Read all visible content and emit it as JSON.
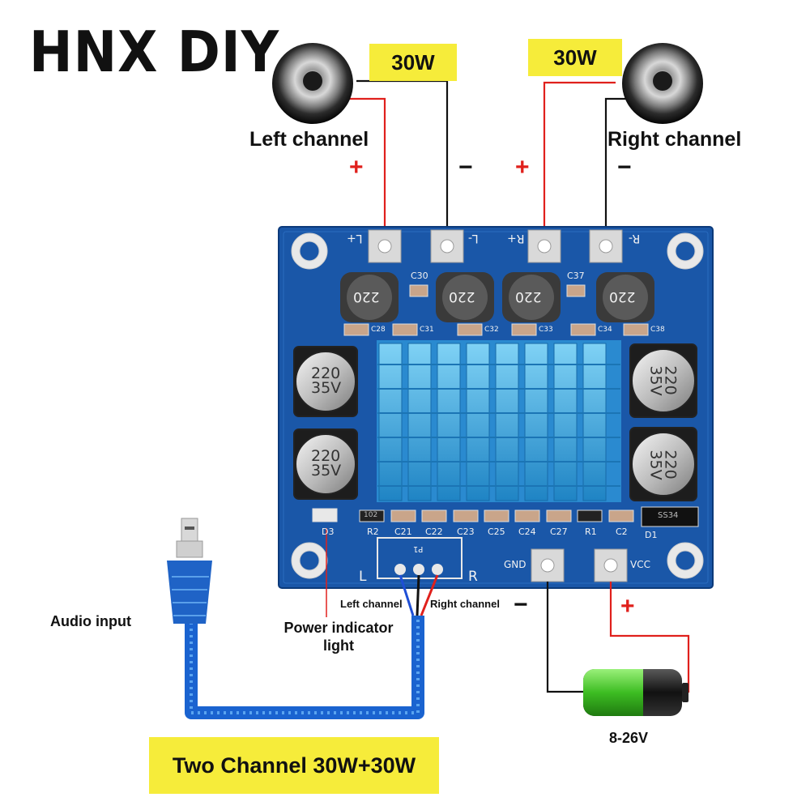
{
  "brand": "HNX DIY",
  "left_speaker": {
    "power": "30W",
    "label": "Left channel",
    "plus": "+",
    "minus": "−"
  },
  "right_speaker": {
    "power": "30W",
    "label": "Right channel",
    "plus": "+",
    "minus": "−"
  },
  "board": {
    "top_pins": [
      "L+",
      "L-",
      "R+",
      "R-"
    ],
    "inductor_marks": [
      "220",
      "220",
      "220",
      "220"
    ],
    "cap_marks": [
      "220\n35V",
      "220\n35V",
      "220\n35V",
      "220\n35V"
    ],
    "top_caps": [
      "C30",
      "C37"
    ],
    "top_side_labels": [
      "C28",
      "C31",
      "C32",
      "C33",
      "C34",
      "C38"
    ],
    "bottom_labels": [
      "D3",
      "R2",
      "C21",
      "C22",
      "C23",
      "C25",
      "C24",
      "C27",
      "R1",
      "C2",
      "D1"
    ],
    "power_pins": [
      "GND",
      "VCC"
    ],
    "input_sides": [
      "L",
      "R"
    ],
    "input_mark": "P1",
    "diode_mark": "SS34",
    "resistor_mark": "102"
  },
  "audio_input": "Audio input",
  "left_wire": "Left channel",
  "right_wire": "Right channel",
  "power_indicator": "Power indicator light",
  "supply": {
    "minus": "−",
    "plus": "+",
    "voltage": "8-26V"
  },
  "banner": "Two Channel 30W+30W",
  "colors": {
    "board": "#1a57a8",
    "heatsink": "#3aa6dd",
    "wire_red": "#e0201c",
    "label_bg": "#f6ec3a",
    "battery_green": "#45c82e"
  }
}
